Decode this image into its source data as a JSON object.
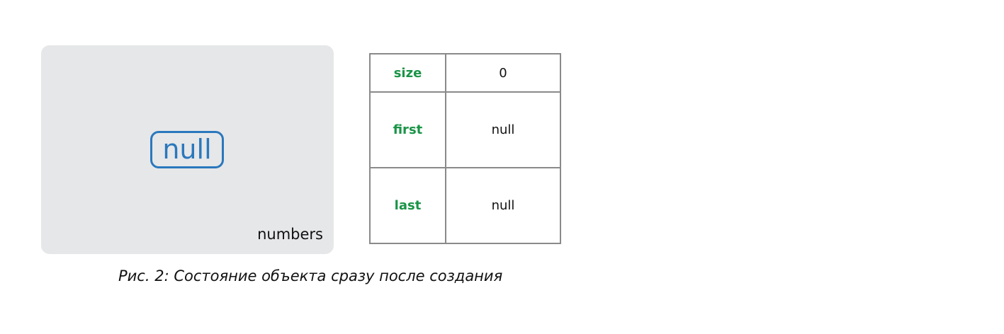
{
  "variable": {
    "value": "null",
    "name": "numbers"
  },
  "object": {
    "fields": [
      {
        "name": "size",
        "value": "0"
      },
      {
        "name": "first",
        "value": "null"
      },
      {
        "name": "last",
        "value": "null"
      }
    ]
  },
  "caption": "Рис. 2: Состояние объекта сразу после создания",
  "colors": {
    "reference_blue": "#2a78bd",
    "field_name_green": "#1a9447",
    "variable_background": "#e6e7e8",
    "table_border": "#8a8a8a"
  }
}
